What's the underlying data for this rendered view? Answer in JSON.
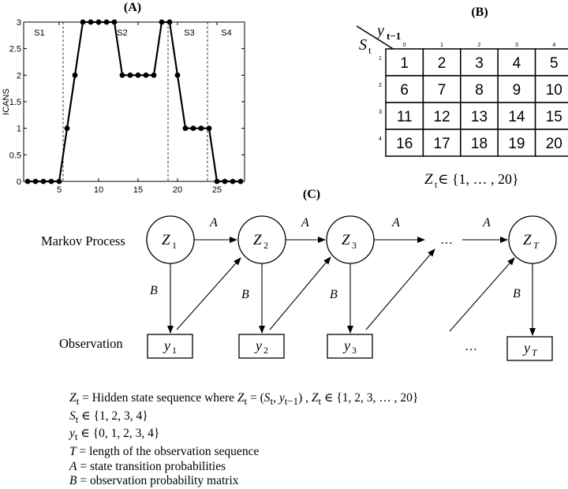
{
  "panel_a": {
    "label": "(A)",
    "chart_data": {
      "type": "line",
      "ylabel": "ICANS",
      "xlabel": "",
      "x": [
        1,
        2,
        3,
        4,
        5,
        6,
        7,
        8,
        9,
        10,
        11,
        12,
        13,
        14,
        15,
        16,
        17,
        18,
        19,
        20,
        21,
        22,
        23,
        24,
        25,
        26,
        27,
        28
      ],
      "y": [
        0,
        0,
        0,
        0,
        0,
        1,
        2,
        3,
        3,
        3,
        3,
        3,
        2,
        2,
        2,
        2,
        2,
        3,
        3,
        2,
        1,
        1,
        1,
        1,
        0,
        0,
        0,
        0
      ],
      "xlim": [
        0.5,
        28.5
      ],
      "ylim": [
        0,
        3
      ],
      "xticks": [
        5,
        10,
        15,
        20,
        25
      ],
      "yticks": [
        0,
        0.5,
        1,
        1.5,
        2,
        2.5,
        3
      ],
      "ytick_labels": [
        "0",
        "0.5",
        "1",
        "1.5",
        "2",
        "2.5",
        "3"
      ],
      "segment_boundaries": [
        5.5,
        18.8,
        23.8
      ],
      "segment_labels": [
        "S1",
        "S2",
        "S3",
        "S4"
      ]
    }
  },
  "panel_b": {
    "label": "(B)",
    "col_header": "y",
    "col_header_sub": "t−1",
    "row_header": "S",
    "row_header_sub": "t",
    "col_indices": [
      "0",
      "1",
      "2",
      "3",
      "4"
    ],
    "row_indices": [
      "1",
      "2",
      "3",
      "4"
    ],
    "cells": [
      [
        "1",
        "2",
        "3",
        "4",
        "5"
      ],
      [
        "6",
        "7",
        "8",
        "9",
        "10"
      ],
      [
        "11",
        "12",
        "13",
        "14",
        "15"
      ],
      [
        "16",
        "17",
        "18",
        "19",
        "20"
      ]
    ],
    "caption": {
      "var": "Z",
      "sub": "t",
      "rest": " ∈ {1, … , 20}"
    }
  },
  "panel_c": {
    "label": "(C)",
    "row_labels": {
      "markov": "Markov Process",
      "observation": "Observation"
    },
    "hidden_nodes": [
      {
        "var": "Z",
        "sub": "1"
      },
      {
        "var": "Z",
        "sub": "2"
      },
      {
        "var": "Z",
        "sub": "3"
      },
      {
        "var": "Z",
        "sub": "T"
      }
    ],
    "observed_nodes": [
      {
        "var": "y",
        "sub": "1"
      },
      {
        "var": "y",
        "sub": "2"
      },
      {
        "var": "y",
        "sub": "3"
      },
      {
        "var": "y",
        "sub": "T"
      }
    ],
    "transition_label": "A",
    "emission_label": "B",
    "ellipsis": "…",
    "definitions": {
      "zt": {
        "v1": "Z",
        "s1": "t",
        "t1": " = Hidden state sequence where ",
        "v2": "Z",
        "s2": "t",
        "t2": " = (",
        "v3": "S",
        "s3": "t",
        "t3": ", ",
        "v4": "y",
        "s4": "t−1",
        "t4": ") , ",
        "v5": "Z",
        "s5": "t",
        "t5": " ∈ {1, 2, 3, … , 20}"
      },
      "st": {
        "v": "S",
        "s": "t",
        "t": " ∈ {1, 2, 3, 4}"
      },
      "yt": {
        "v": "y",
        "s": "t",
        "t": " ∈ {0, 1, 2, 3, 4}"
      },
      "T": {
        "v": "T",
        "t": " = length of the observation sequence"
      },
      "A": {
        "v": "A",
        "t": " = state transition probabilities"
      },
      "B": {
        "v": "B",
        "t": " = observation probability matrix"
      }
    }
  }
}
